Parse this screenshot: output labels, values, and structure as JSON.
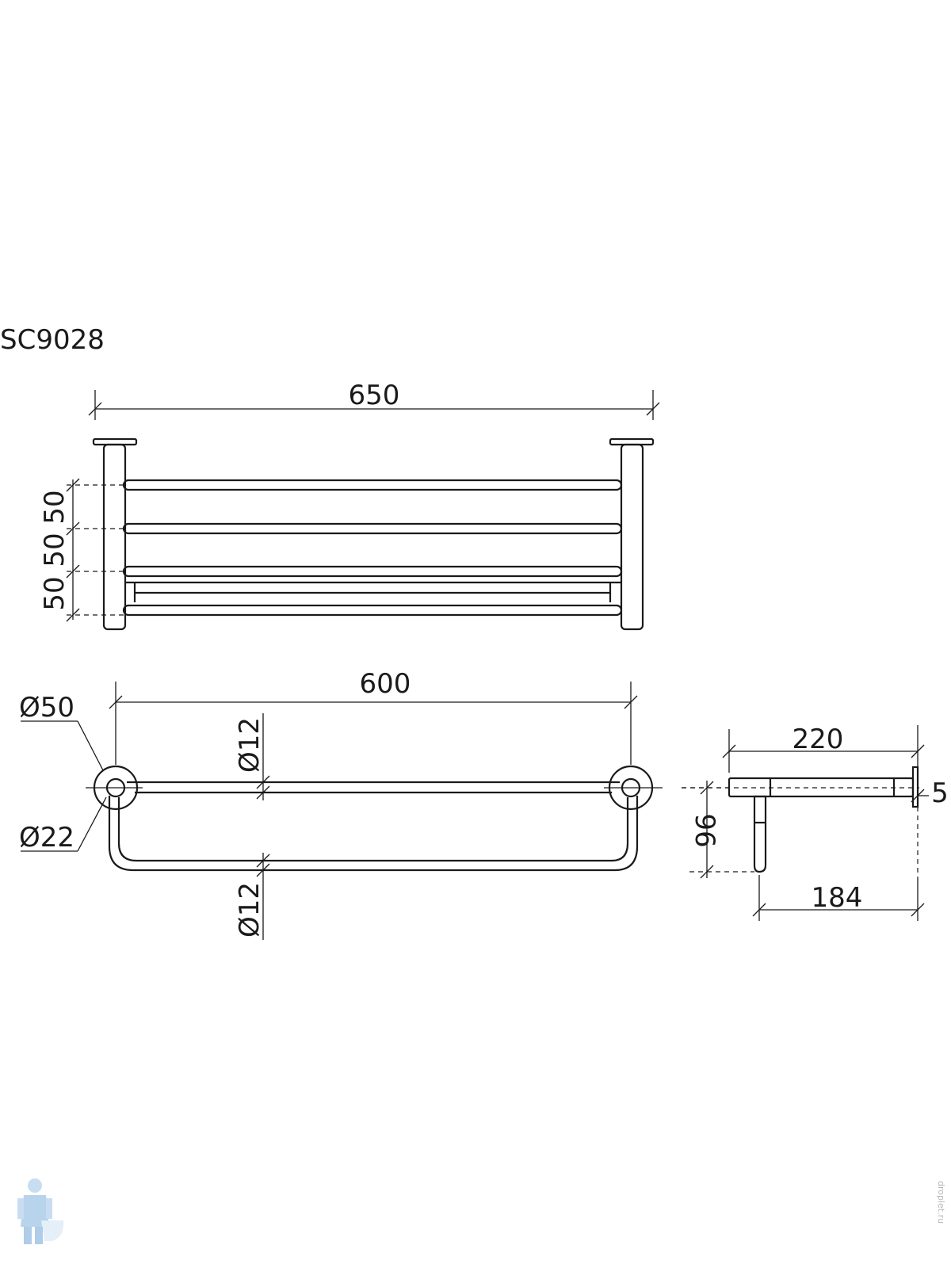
{
  "title": "SC9028",
  "front_view": {
    "overall_width": "650",
    "spacing_top": "50",
    "spacing_middle": "50",
    "spacing_bottom": "50"
  },
  "top_view": {
    "bar_length": "600",
    "flange_diameter": "Ø50",
    "post_diameter": "Ø22",
    "upper_rail_diameter": "Ø12",
    "lower_rail_diameter": "Ø12"
  },
  "side_view": {
    "depth": "220",
    "flange_thickness": "5",
    "drop": "96",
    "hook_offset": "184"
  },
  "watermark": "droplet.ru"
}
